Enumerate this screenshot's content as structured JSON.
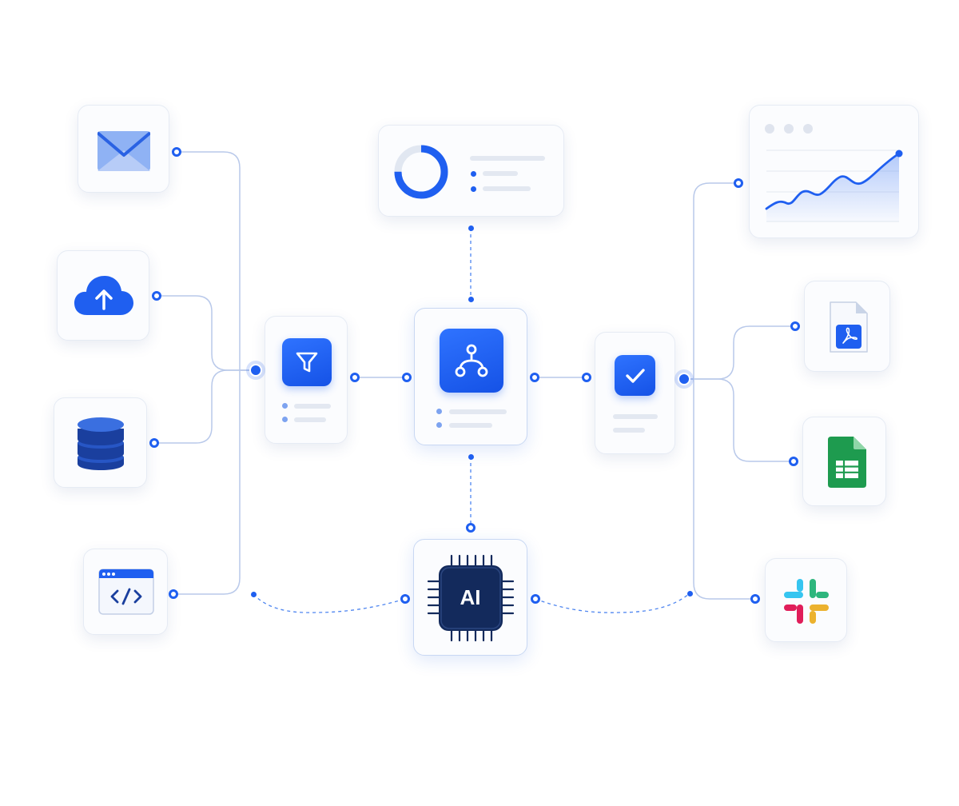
{
  "colors": {
    "accent": "#1f5ff0",
    "connector": "#b9c9ea",
    "card_border": "#e6ebf4",
    "chip_dark": "#132a5c",
    "sheets_green": "#1e9b4f"
  },
  "sources": [
    {
      "name": "email",
      "icon": "envelope-icon"
    },
    {
      "name": "cloud-upload",
      "icon": "cloud-upload-icon"
    },
    {
      "name": "database",
      "icon": "database-icon"
    },
    {
      "name": "web-code",
      "icon": "code-window-icon"
    }
  ],
  "pipeline": [
    {
      "name": "filter",
      "icon": "filter-icon"
    },
    {
      "name": "workflow",
      "icon": "workflow-branch-icon"
    },
    {
      "name": "approval",
      "icon": "checkmark-icon"
    }
  ],
  "ai_chip": {
    "label": "AI",
    "icon": "ai-chip-icon"
  },
  "top_panel": {
    "icon": "donut-chart-icon",
    "donut_fill": 0.75
  },
  "outputs": [
    {
      "name": "analytics-chart",
      "icon": "line-chart-icon"
    },
    {
      "name": "pdf-document",
      "icon": "pdf-file-icon"
    },
    {
      "name": "spreadsheet",
      "icon": "google-sheets-icon"
    },
    {
      "name": "slack",
      "icon": "slack-icon"
    }
  ]
}
